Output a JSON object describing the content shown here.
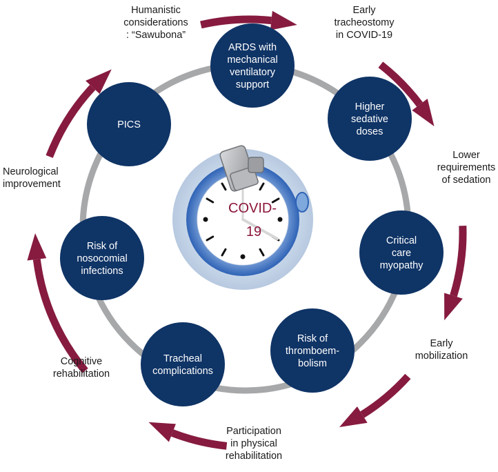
{
  "colors": {
    "node_fill": "#0f3466",
    "ring": "#a7a8aa",
    "arrow": "#861b3f",
    "center_text": "#8a1538",
    "node_text": "#ffffff",
    "outer_text": "#1a1a1a"
  },
  "center": {
    "icon": "clock-with-tracheostomy-tube-icon",
    "line1": "COVID-",
    "line2": "19"
  },
  "nodes": [
    {
      "id": "ards",
      "lines": [
        "ARDS with",
        "mechanical",
        "ventilatory",
        "support"
      ]
    },
    {
      "id": "sedative",
      "lines": [
        "Higher",
        "sedative",
        "doses"
      ]
    },
    {
      "id": "myopathy",
      "lines": [
        "Critical",
        "care",
        "myopathy"
      ]
    },
    {
      "id": "thrombo",
      "lines": [
        "Risk of",
        "thromboem-",
        "bolism"
      ]
    },
    {
      "id": "tracheal",
      "lines": [
        "Tracheal",
        "complications"
      ]
    },
    {
      "id": "nosocomial",
      "lines": [
        "Risk of",
        "nosocomial",
        "infections"
      ]
    },
    {
      "id": "pics",
      "lines": [
        "PICS"
      ]
    }
  ],
  "outer_labels": [
    {
      "id": "early-tracheostomy",
      "lines": [
        "Early",
        "tracheostomy",
        "in COVID-19"
      ]
    },
    {
      "id": "lower-sedation",
      "lines": [
        "Lower",
        "requirements",
        "of sedation"
      ]
    },
    {
      "id": "early-mobilization",
      "lines": [
        "Early",
        "mobilization"
      ]
    },
    {
      "id": "physical-rehabilitation",
      "lines": [
        "Participation",
        "in physical",
        "rehabilitation"
      ]
    },
    {
      "id": "cognitive-rehabilitation",
      "lines": [
        "Cognitive",
        "rehabilitation"
      ]
    },
    {
      "id": "neurological-improvement",
      "lines": [
        "Neurological",
        "improvement"
      ]
    },
    {
      "id": "humanistic",
      "lines": [
        "Humanistic",
        "considerations",
        ": “Sawubona”"
      ]
    }
  ]
}
